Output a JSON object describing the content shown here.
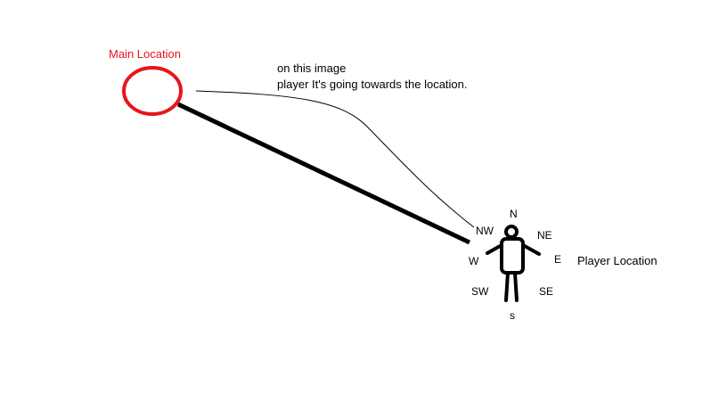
{
  "labels": {
    "main_location": "Main Location",
    "player_location": "Player Location"
  },
  "note": {
    "line1": "on this image",
    "line2": "player It's going towards the location."
  },
  "compass": {
    "n": "N",
    "nw": "NW",
    "ne": "NE",
    "w": "W",
    "e": "E",
    "sw": "SW",
    "se": "SE",
    "s": "s"
  },
  "colors": {
    "main_location": "#e8141c",
    "ink": "#000000",
    "background": "#ffffff"
  }
}
